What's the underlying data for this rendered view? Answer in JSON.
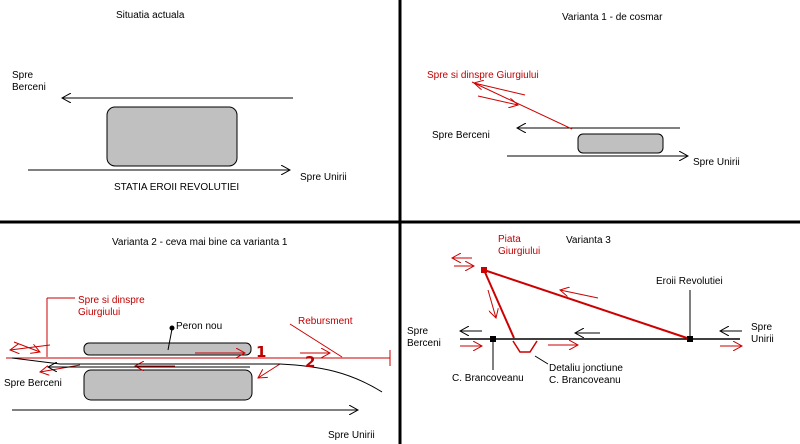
{
  "colors": {
    "red": "#cc0000",
    "black": "#000000",
    "platform_fill": "#c0c0c0"
  },
  "panel1": {
    "title": "Situatia actuala",
    "left_dest": "Spre\nBerceni",
    "right_dest": "Spre Unirii",
    "station": "STATIA  EROII  REVOLUTIEI"
  },
  "panel2": {
    "title": "Varianta  1 - de cosmar",
    "red_branch": "Spre si dinspre Giurgiului",
    "left_dest": "Spre  Berceni",
    "right_dest": "Spre  Unirii"
  },
  "panel3": {
    "title": "Varianta  2 - ceva mai bine ca varianta 1",
    "red_branch": "Spre si dinspre\nGiurgiului",
    "platform": "Peron nou",
    "reversal": "Rebursment",
    "mark_1": "1",
    "mark_2": "2",
    "left_dest": "Spre Berceni",
    "right_dest": "Spre Unirii"
  },
  "panel4": {
    "title": "Varianta  3",
    "branch_station": "Piata\nGiurgiului",
    "station_right": "Eroii Revolutiei",
    "left_dest": "Spre\nBerceni",
    "right_dest": "Spre\nUnirii",
    "station_left": "C. Brancoveanu",
    "junction_detail": "Detaliu jonctiune\nC. Brancoveanu"
  }
}
